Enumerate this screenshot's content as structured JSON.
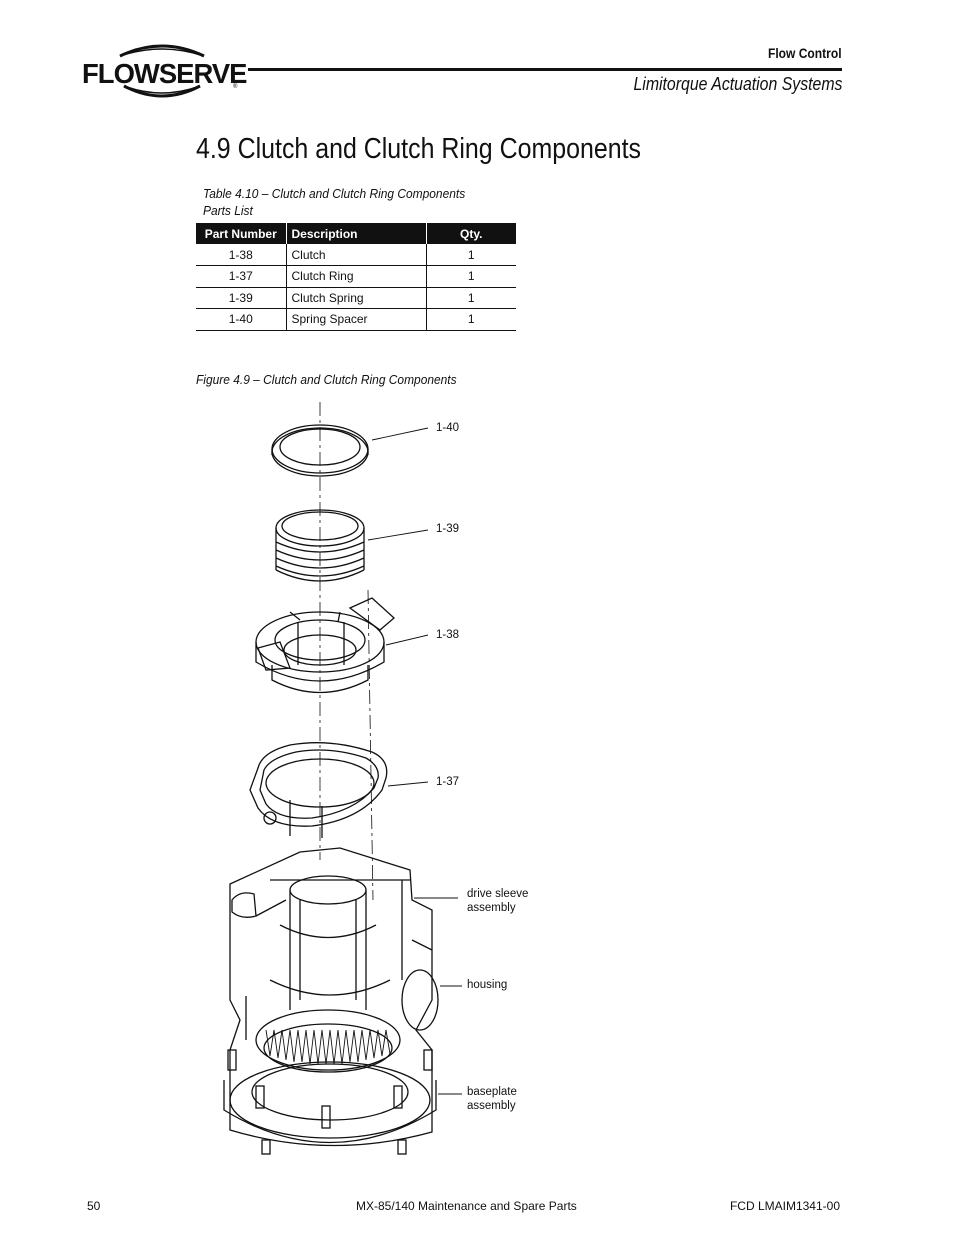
{
  "header": {
    "logo_text": "FLOWSERVE",
    "division": "Flow Control",
    "subtitle": "Limitorque Actuation Systems"
  },
  "section": {
    "title": "4.9  Clutch and Clutch Ring Components"
  },
  "table": {
    "caption": "Table 4.10 – Clutch and Clutch Ring Components Parts List",
    "columns": [
      "Part Number",
      "Description",
      "Qty."
    ],
    "rows": [
      [
        "1-38",
        "Clutch",
        "1"
      ],
      [
        "1-37",
        "Clutch Ring",
        "1"
      ],
      [
        "1-39",
        "Clutch Spring",
        "1"
      ],
      [
        "1-40",
        "Spring Spacer",
        "1"
      ]
    ]
  },
  "figure": {
    "caption": "Figure 4.9 – Clutch and Clutch Ring Components",
    "callouts": {
      "spacer": "1-40",
      "spring": "1-39",
      "clutch": "1-38",
      "clutch_ring": "1-37",
      "drive_sleeve": "drive sleeve\nassembly",
      "housing": "housing",
      "baseplate": "baseplate\nassembly"
    }
  },
  "footer": {
    "page_number": "50",
    "document_title": "MX-85/140 Maintenance and Spare Parts",
    "document_code": "FCD LMAIM1341-00"
  }
}
